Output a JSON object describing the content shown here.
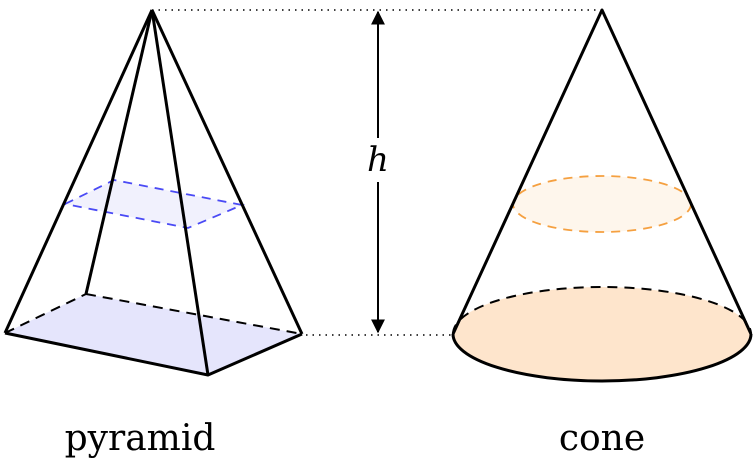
{
  "labels": {
    "pyramid": "pyramid",
    "cone": "cone",
    "height": "h"
  },
  "colors": {
    "pyramid_base_fill": "#e5e5fc",
    "pyramid_section_fill": "#f1f1fd",
    "pyramid_section_stroke": "#4a4af5",
    "cone_base_fill": "#fee5cc",
    "cone_section_fill": "#fef6ec",
    "cone_section_stroke": "#f5a040"
  }
}
